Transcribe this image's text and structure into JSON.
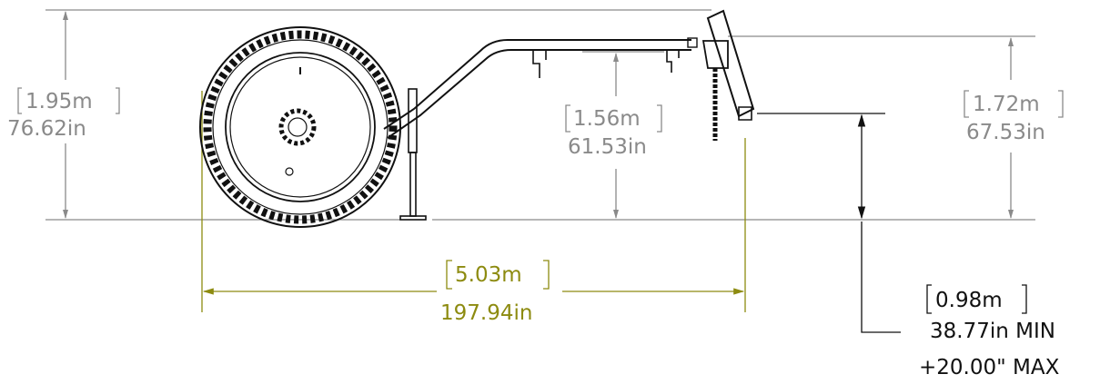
{
  "colors": {
    "dimension_gray": "#8a8a8a",
    "dimension_olive": "#8d8b10",
    "outline_black": "#111111",
    "background": "#ffffff"
  },
  "dimensions": {
    "overall_height": {
      "metric": "1.95m",
      "imperial": "76.62in"
    },
    "boom_height": {
      "metric": "1.56m",
      "imperial": "61.53in"
    },
    "mast_height": {
      "metric": "1.72m",
      "imperial": "67.53in"
    },
    "overall_length": {
      "metric": "5.03m",
      "imperial": "197.94in"
    },
    "hitch_height": {
      "metric": "0.98m",
      "imperial_min": "38.77in  MIN",
      "max_note": "+20.00\" MAX"
    }
  }
}
